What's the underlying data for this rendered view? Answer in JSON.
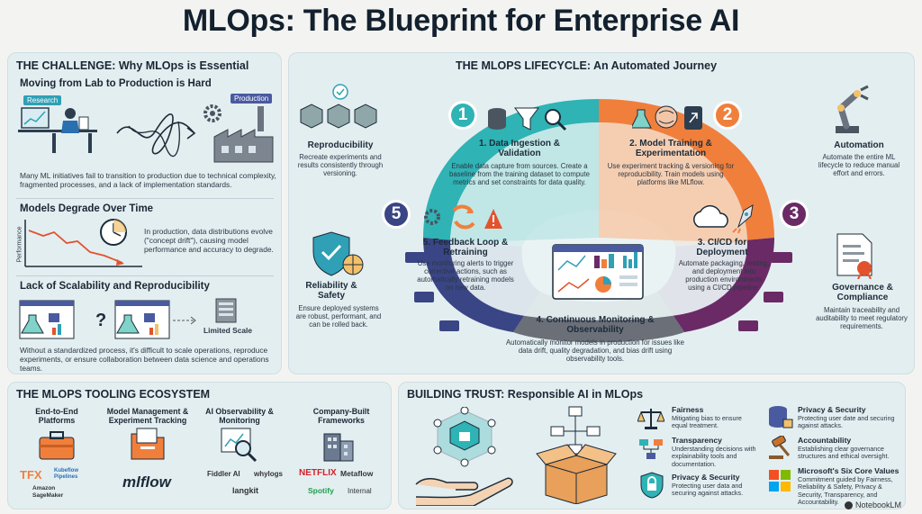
{
  "title": "MLOps: The Blueprint for Enterprise AI",
  "challenge": {
    "heading": "THE CHALLENGE: Why MLOps is Essential",
    "lab_to_prod": {
      "title": "Moving from Lab to Production is Hard",
      "research_tag": "Research",
      "production_tag": "Production",
      "text": "Many ML initiatives fail to transition to production due to technical complexity, fragmented processes, and a lack of implementation standards."
    },
    "degrade": {
      "title": "Models Degrade Over Time",
      "axis_label": "Performance",
      "text": "In production, data distributions evolve (\"concept drift\"), causing model performance and accuracy to degrade."
    },
    "scalability": {
      "title": "Lack of Scalability and Reproducibility",
      "limited_label": "Limited Scale",
      "text": "Without a standardized process, it's difficult to scale operations, reproduce experiments, or ensure collaboration between data science and operations teams."
    }
  },
  "lifecycle": {
    "heading": "THE MLOPS LIFECYCLE: An Automated Journey",
    "stages": [
      {
        "num": "1",
        "title": "1. Data Ingestion & Validation",
        "text": "Enable data capture from sources. Create a baseline from the training dataset to compute metrics and set constraints for data quality."
      },
      {
        "num": "2",
        "title": "2. Model Training & Experimentation",
        "text": "Use experiment tracking & versioning for reproducibility. Train models using platforms like MLflow."
      },
      {
        "num": "3",
        "title": "3. CI/CD for Deployment",
        "text": "Automate packaging, testing, and deployment into production environments using a CI/CD pipeline."
      },
      {
        "num": "4",
        "title": "4. Continuous Monitoring & Observability",
        "text": "Automatically monitor models in production for issues like data drift, quality degradation, and bias drift using observability tools."
      },
      {
        "num": "5",
        "title": "5. Feedback Loop & Retraining",
        "text": "Use monitoring alerts to trigger corrective actions, such as automatically retraining models on new data."
      }
    ],
    "side": {
      "reproducibility": {
        "title": "Reproducibility",
        "text": "Recreate experiments and results consistently through versioning."
      },
      "automation": {
        "title": "Automation",
        "text": "Automate the entire ML lifecycle to reduce manual effort and errors."
      },
      "reliability": {
        "title": "Reliability & Safety",
        "text": "Ensure deployed systems are robust, performant, and can be rolled back."
      },
      "governance": {
        "title": "Governance & Compliance",
        "text": "Maintain traceability and auditability to meet regulatory requirements."
      }
    }
  },
  "tooling": {
    "heading": "THE MLOPS TOOLING ECOSYSTEM",
    "columns": [
      {
        "title": "End-to-End Platforms",
        "logos": [
          "TFX",
          "Kubeflow Pipelines",
          "Amazon SageMaker"
        ]
      },
      {
        "title": "Model Management & Experiment Tracking",
        "logos": [
          "mlflow"
        ]
      },
      {
        "title": "AI Observability & Monitoring",
        "logos": [
          "Fiddler AI",
          "whylogs",
          "langkit"
        ]
      },
      {
        "title": "Company-Built Frameworks",
        "logos": [
          "NETFLIX",
          "Metaflow",
          "Spotify",
          "Internal"
        ]
      }
    ]
  },
  "trust": {
    "heading": "BUILDING TRUST: Responsible AI in MLOps",
    "items": [
      {
        "title": "Fairness",
        "text": "Mitigating bias to ensure equal treatment."
      },
      {
        "title": "Transparency",
        "text": "Understanding decisions with explainability tools and documentation."
      },
      {
        "title": "Privacy & Security",
        "text": "Protecting user data and securing against attacks."
      },
      {
        "title": "Privacy & Security",
        "text": "Protecting user date and securing against attacks."
      },
      {
        "title": "Accountability",
        "text": "Establishing clear governance structures and ethical oversight."
      },
      {
        "title": "Microsoft's Six Core Values",
        "text": "Commitment guided by Fairness, Reliability & Safety, Privacy & Security, Transparency, and Accountability."
      }
    ]
  },
  "watermark": "NotebookLM",
  "colors": {
    "teal": "#2fb3b5",
    "orange": "#f07f3c",
    "purple": "#6a2a66",
    "navy": "#3a4585",
    "gray": "#6b6f78"
  }
}
